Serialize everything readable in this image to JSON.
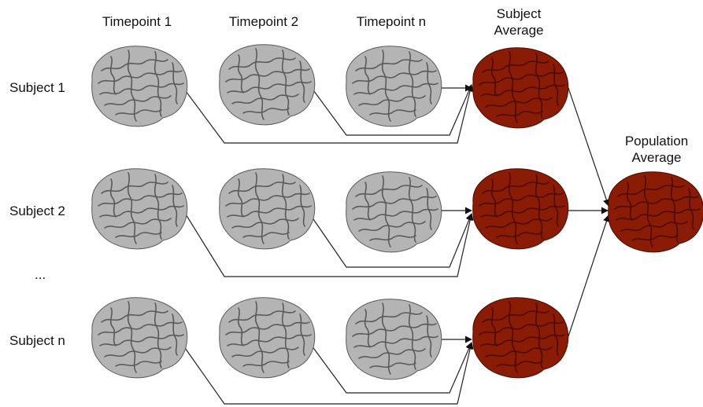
{
  "columns": {
    "timepoint_1": "Timepoint 1",
    "timepoint_2": "Timepoint 2",
    "timepoint_n": "Timepoint n",
    "subject_average_line1": "Subject",
    "subject_average_line2": "Average"
  },
  "rows": {
    "subject_1": "Subject 1",
    "subject_2": "Subject 2",
    "ellipsis": "...",
    "subject_n": "Subject n"
  },
  "population": {
    "line1": "Population",
    "line2": "Average"
  },
  "colors": {
    "individual_brain": "#b4b4b4",
    "individual_brain_sulci": "#5a5a5a",
    "average_brain": "#8a1c06",
    "average_brain_sulci": "#4a0b00",
    "arrow": "#222222"
  },
  "icons": {
    "individual_brain": "brain-gray-icon",
    "average_brain": "brain-red-icon"
  }
}
